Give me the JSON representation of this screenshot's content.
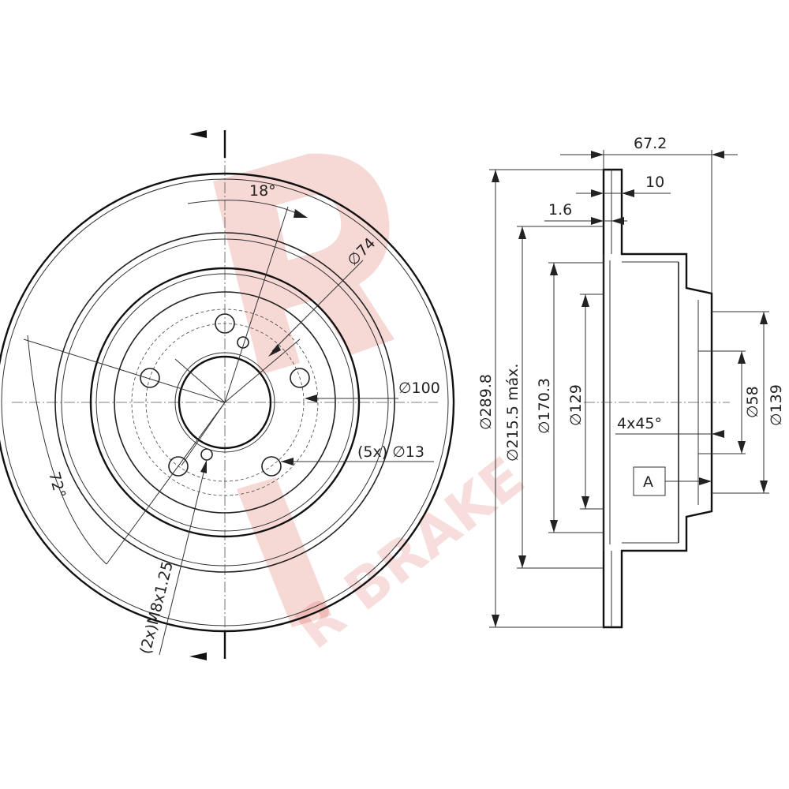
{
  "watermark": {
    "brand": "R BRAKE",
    "color": "#d23a2e"
  },
  "front_view": {
    "angle_top": "18°",
    "angle_left": "72°",
    "dia_hub_bore": "∅74",
    "dia_pcd": "∅100",
    "bolt_holes": "(5x) ∅13",
    "threaded_holes": "(2x)M8x1.25"
  },
  "side_view": {
    "total_height": "67.2",
    "disc_thickness": "10",
    "min_thickness_offset": "1.6",
    "dia_outer": "∅289.8",
    "dia_friction_max": "∅215.5 máx.",
    "dia_hat": "∅170.3",
    "dia_inner": "∅129",
    "dia_center_bore": "∅58",
    "dia_hub_face": "∅139",
    "chamfer": "4x45°",
    "datum": "A"
  }
}
